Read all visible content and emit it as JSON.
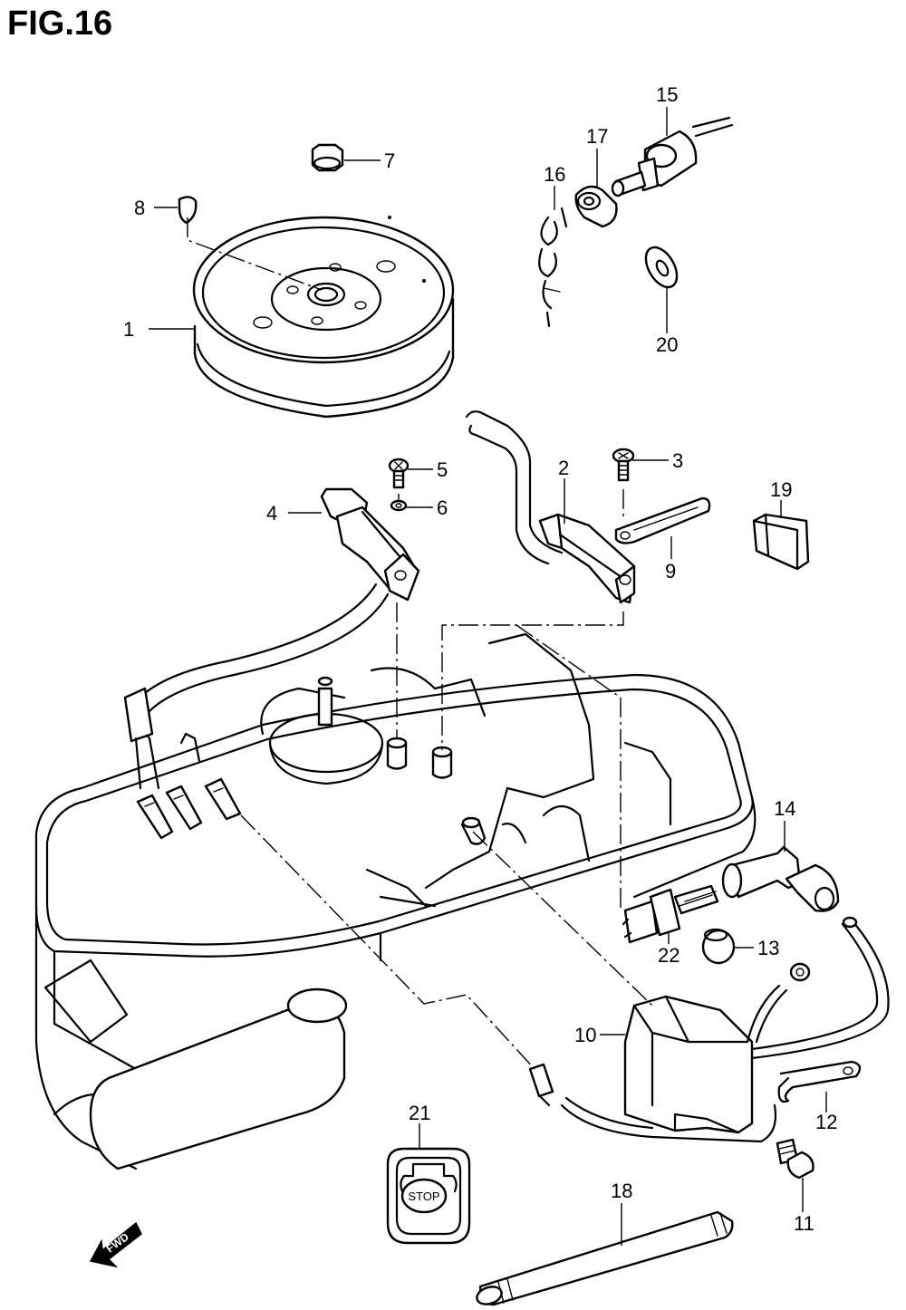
{
  "figure": {
    "title": "FIG.16"
  },
  "callouts": [
    {
      "id": "1",
      "label": "1"
    },
    {
      "id": "2",
      "label": "2"
    },
    {
      "id": "3",
      "label": "3"
    },
    {
      "id": "4",
      "label": "4"
    },
    {
      "id": "5",
      "label": "5"
    },
    {
      "id": "6",
      "label": "6"
    },
    {
      "id": "7",
      "label": "7"
    },
    {
      "id": "8",
      "label": "8"
    },
    {
      "id": "9",
      "label": "9"
    },
    {
      "id": "10",
      "label": "10"
    },
    {
      "id": "11",
      "label": "11"
    },
    {
      "id": "12",
      "label": "12"
    },
    {
      "id": "13",
      "label": "13"
    },
    {
      "id": "14",
      "label": "14"
    },
    {
      "id": "15",
      "label": "15"
    },
    {
      "id": "16",
      "label": "16"
    },
    {
      "id": "17",
      "label": "17"
    },
    {
      "id": "18",
      "label": "18"
    },
    {
      "id": "19",
      "label": "19"
    },
    {
      "id": "20",
      "label": "20"
    },
    {
      "id": "21",
      "label": "21"
    },
    {
      "id": "22",
      "label": "22"
    }
  ],
  "stop_plate": {
    "text": "STOP"
  },
  "fwd_arrow": {
    "text": "FWD"
  },
  "colors": {
    "ink": "#000000",
    "paper": "#ffffff"
  }
}
